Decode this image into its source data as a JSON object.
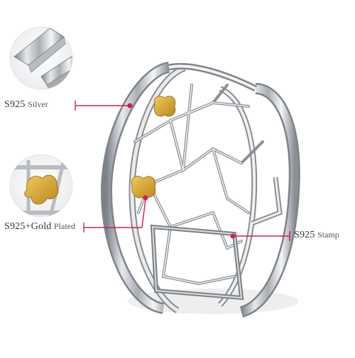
{
  "product": {
    "material_main": "S925",
    "accent_color": "#d41a5b",
    "silver_color": "#c9cdd2",
    "gold_color": "#d9a32b"
  },
  "callouts": [
    {
      "strong": "S925",
      "light": "Silver"
    },
    {
      "strong": "S925+Gold",
      "light": "Plated"
    },
    {
      "strong": "S925",
      "light": "Stamp"
    }
  ],
  "icons": {
    "detail_1": "silver-bar-detail",
    "detail_2": "gold-leaf-detail"
  }
}
